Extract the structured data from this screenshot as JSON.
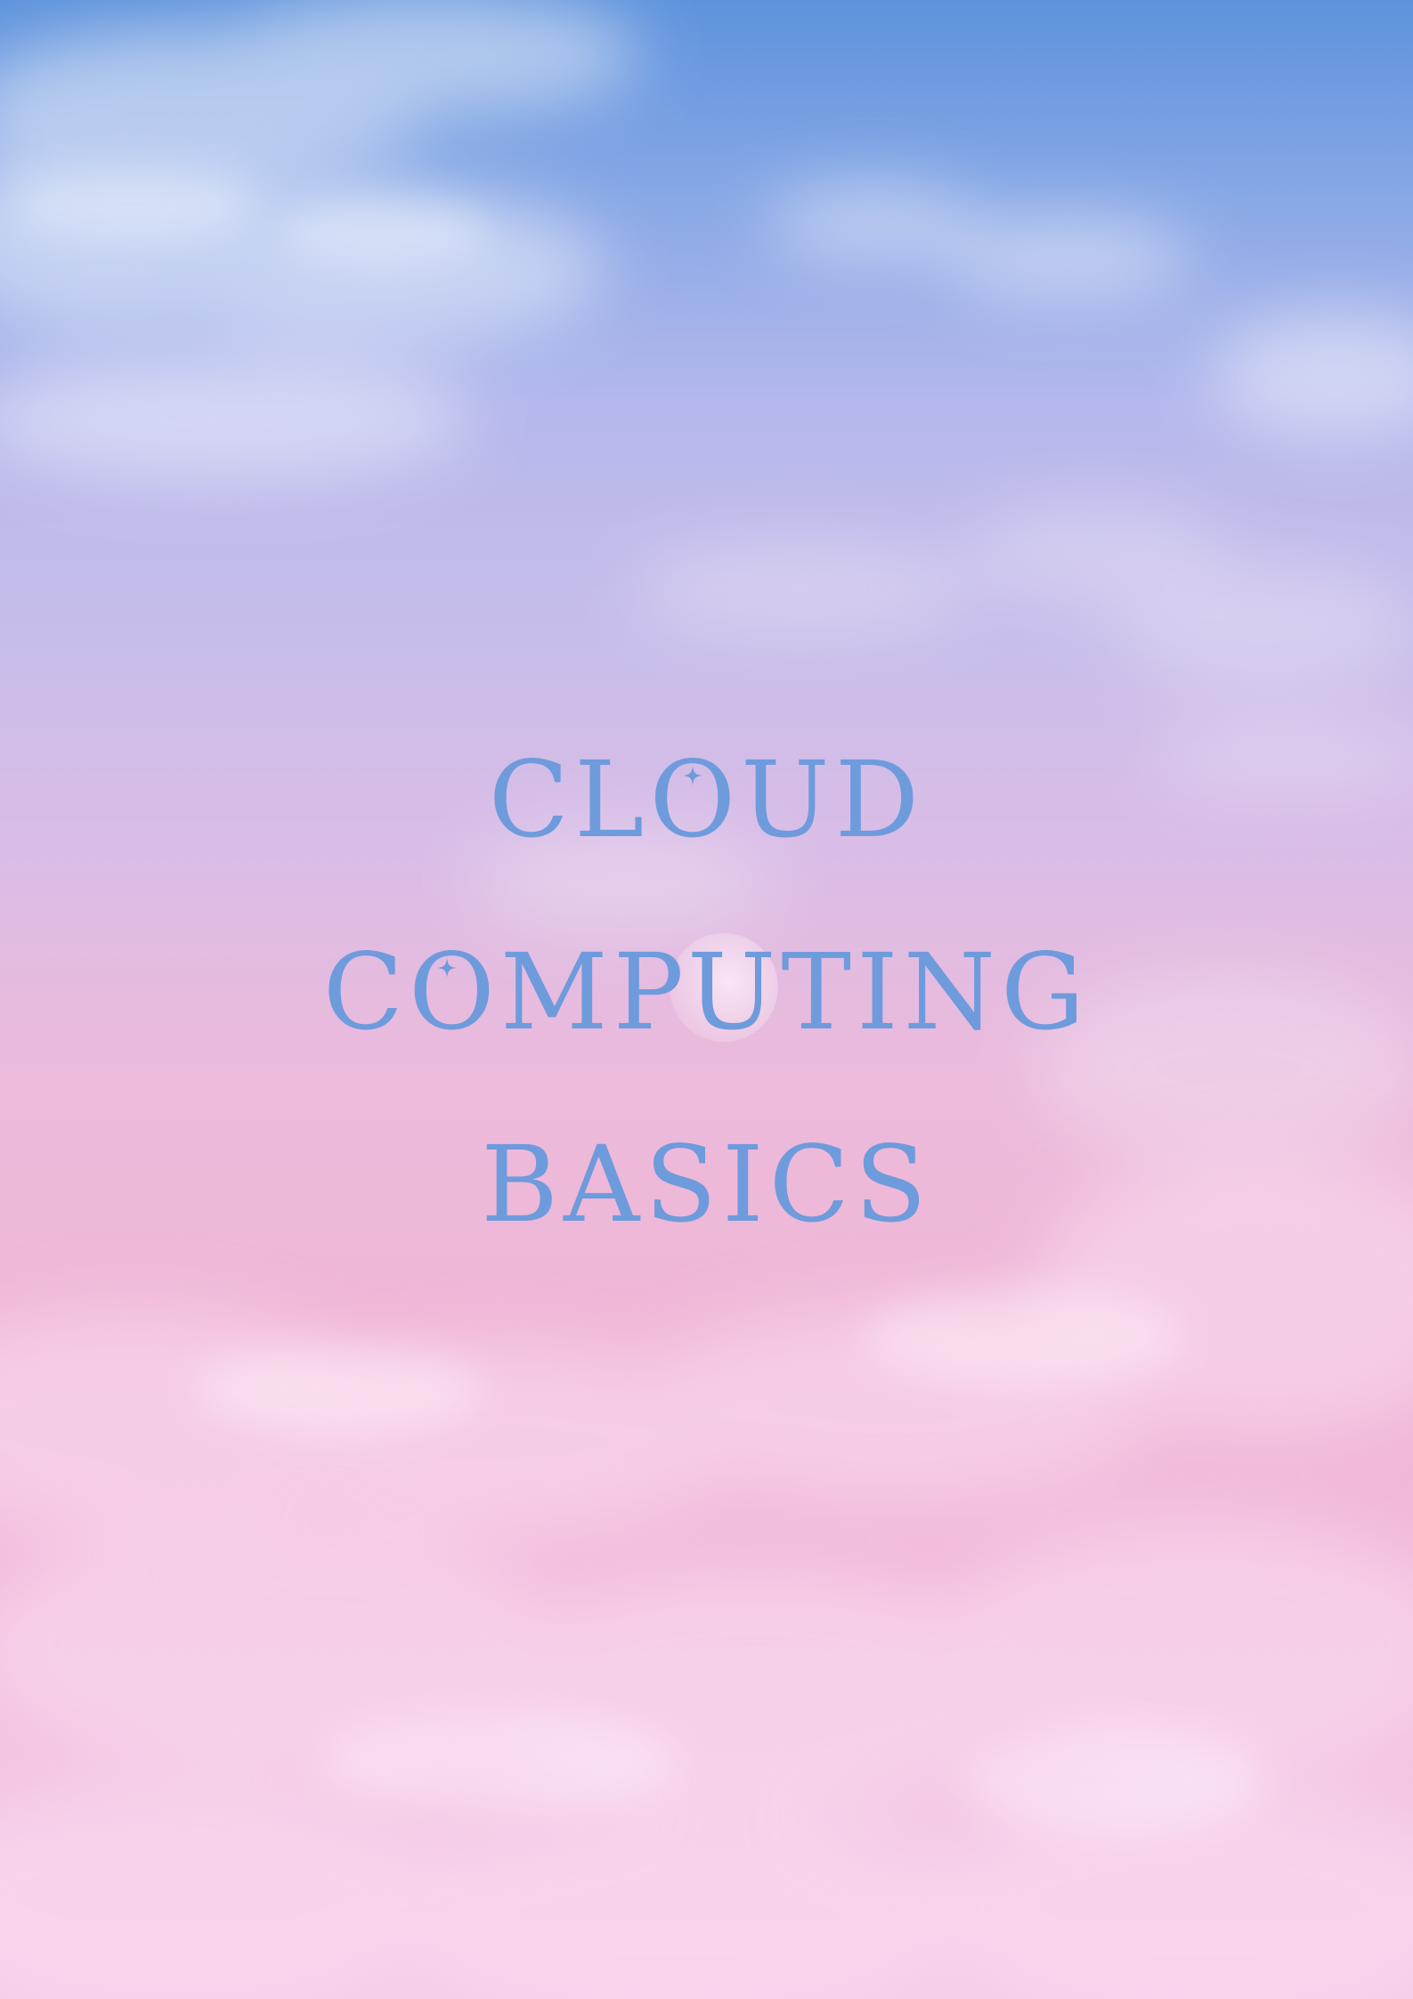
{
  "cover": {
    "title_lines": [
      "CLOUD",
      "COMPUTING",
      "BASICS"
    ]
  },
  "colors": {
    "title": "#6e9bdc",
    "sky_top": "#5e93dc",
    "sky_bottom": "#f5cdea"
  },
  "decorations": {
    "sparkle_icon": "four-point-star"
  }
}
